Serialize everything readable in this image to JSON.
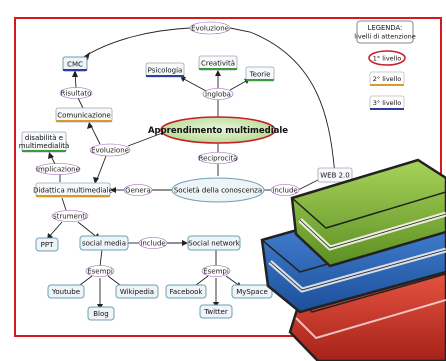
{
  "map": {
    "legend": {
      "title_line1": "LEGENDA:",
      "title_line2": "livelli di attenzione",
      "level1": "1° livello",
      "level2": "2° livello",
      "level3": "3° livello",
      "colors": {
        "level1": "#c8202a",
        "level2": "#d89b2b",
        "level3": "#2c3f9e"
      }
    },
    "central": "Apprendimento multimediale",
    "nodes": {
      "cmc": "CMC",
      "comunicazione": "Comunicazione",
      "psicologia": "Psicologia",
      "creativita": "Creatività",
      "teorie": "Teorie",
      "disabilita_l1": "disabilità e",
      "disabilita_l2": "multimedialità",
      "didattica": "Didattica multimediale",
      "societa": "Società della conoscenza",
      "web": "WEB 2.0",
      "ppt": "PPT",
      "social_media": "social media",
      "social_network": "Social network",
      "youtube": "Youtube",
      "wikipedia": "Wikipedia",
      "blog": "Blog",
      "facebook": "Facebook",
      "myspace": "MySpace",
      "twitter": "Twitter"
    },
    "links": {
      "evoluzione_top": "Evoluzione",
      "risultato": "Risultato",
      "ingloba": "Ingloba",
      "evoluzione_mid": "Evoluzione",
      "implicazione": "implicazione",
      "reciprocita": "Reciprocità",
      "genera": "Genera",
      "include_right": "Include",
      "strumenti": "strumenti",
      "include_mid": "Include",
      "esempi_left": "Esempi",
      "esempi_right": "Esempi"
    }
  },
  "books": {
    "colors": [
      "#8fbf3a",
      "#2f6fc0",
      "#d83a2a"
    ]
  }
}
